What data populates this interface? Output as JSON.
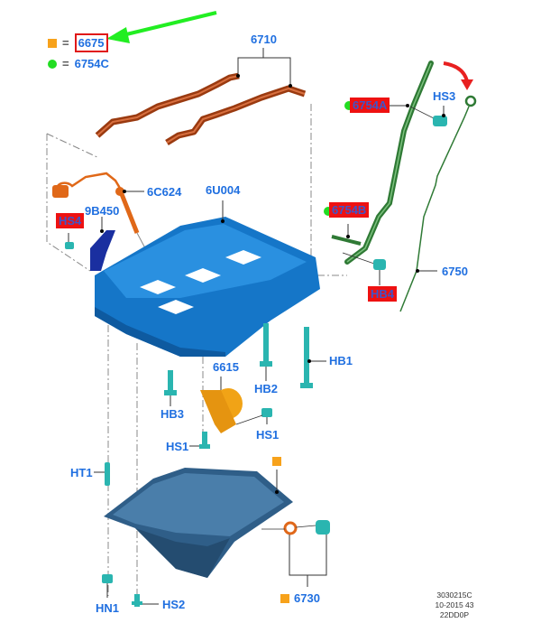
{
  "legend": {
    "items": [
      {
        "symbol": "orange-square",
        "equals": "=",
        "part": "6675",
        "highlighted": true
      },
      {
        "symbol": "green-dot",
        "equals": "=",
        "part": "6754C",
        "highlighted": false
      }
    ],
    "colors": {
      "orange": "#f7a21b",
      "green": "#22dd22",
      "highlight_box": "#e01818",
      "label_blue": "#1f6fe0",
      "red_tag": "#ee1111"
    }
  },
  "callouts": {
    "c6710": "6710",
    "c6754A": "6754A",
    "cHS3": "HS3",
    "c6C624": "6C624",
    "c6U004": "6U004",
    "cHS4": "HS4",
    "c9B450": "9B450",
    "c6754B": "6754B",
    "c6750": "6750",
    "cHB4": "HB4",
    "cHB1": "HB1",
    "cHB2": "HB2",
    "cHB3": "HB3",
    "c6615": "6615",
    "cHS1a": "HS1",
    "cHS1b": "HS1",
    "cHT1": "HT1",
    "cHN1": "HN1",
    "cHS2": "HS2",
    "c6730": "6730"
  },
  "footer": {
    "line1": "3030215C",
    "line2": "10-2015 43",
    "line3": "22DD0P"
  }
}
